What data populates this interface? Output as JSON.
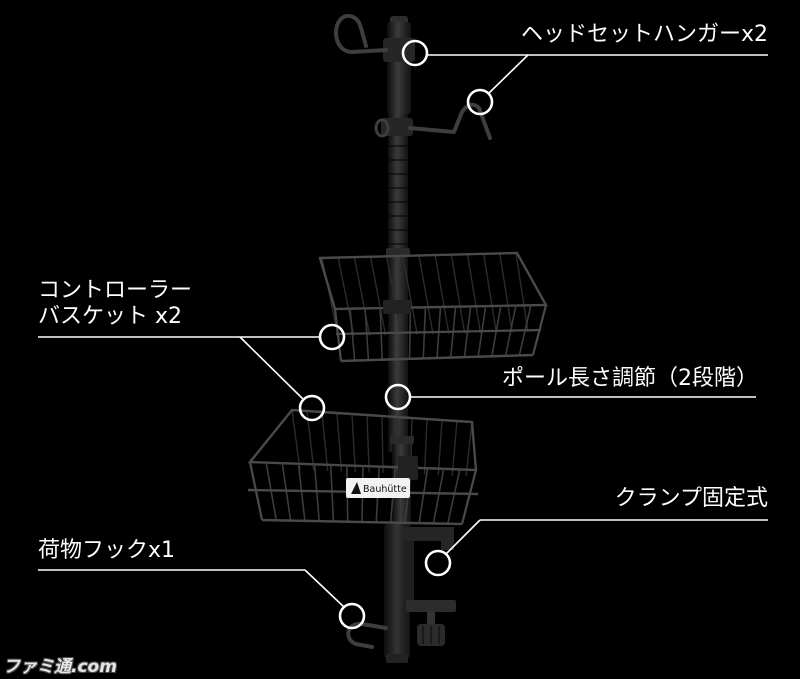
{
  "callouts": {
    "headset_hanger": "ヘッドセットハンガーx2",
    "controller_basket_line1": "コントローラー",
    "controller_basket_line2": "バスケット x2",
    "pole_adjust": "ポール長さ調節（2段階）",
    "clamp": "クランプ固定式",
    "luggage_hook": "荷物フックx1"
  },
  "product": {
    "brand_badge": "Bauhütte"
  },
  "watermark": "ファミ通.com",
  "colors": {
    "background": "#000000",
    "callout": "#ffffff",
    "metal_dark": "#1a1a1a",
    "metal_wire": "#3c3c3c"
  },
  "icons": {
    "callout_marker": "circle-marker-icon",
    "brand_logo": "bauhutte-logo-icon"
  }
}
